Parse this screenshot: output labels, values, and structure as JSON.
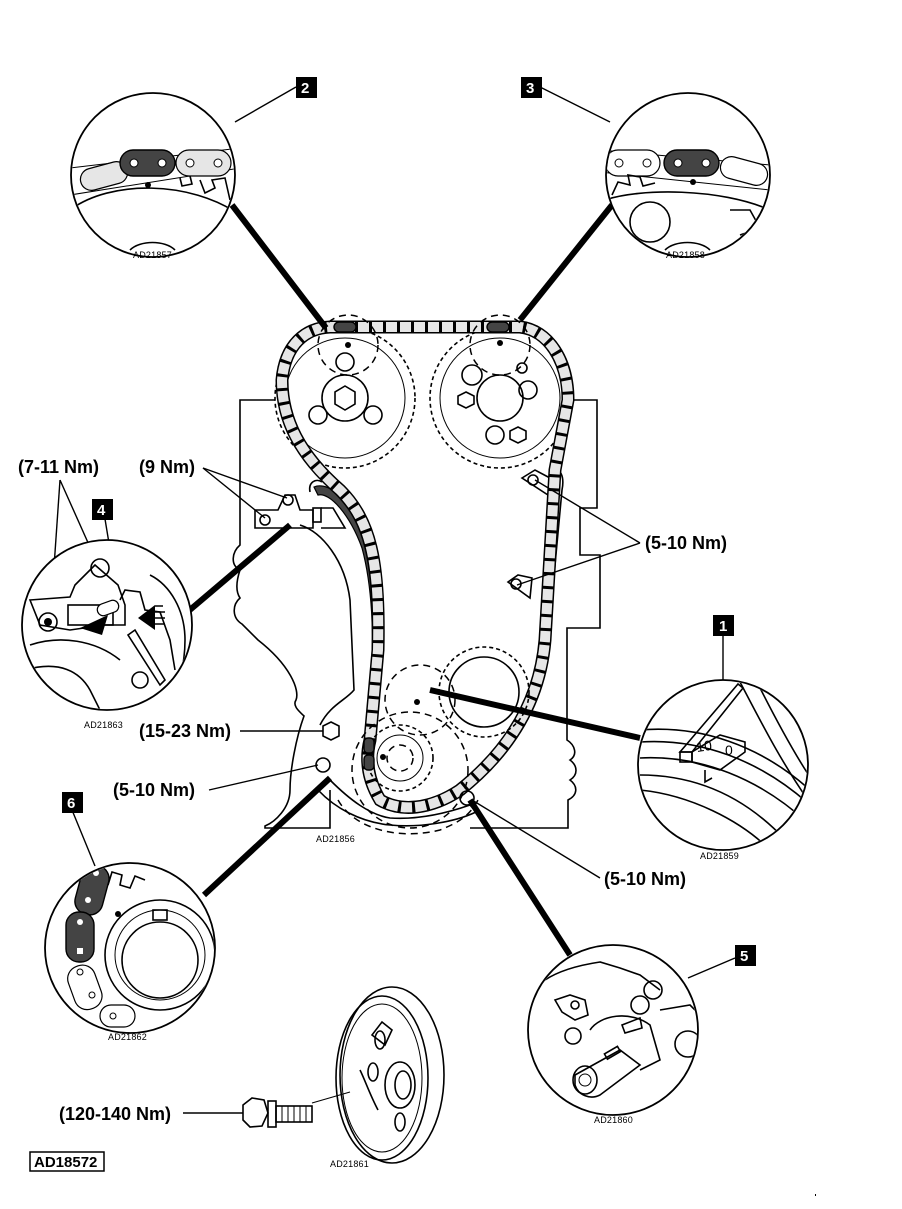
{
  "diagram": {
    "title": "Timing chain and sprockets – assembly with torque values",
    "main_reference": "AD18572",
    "main_view_reference": "AD21856",
    "colors": {
      "ink": "#000000",
      "chain_link_fill": "#e6e6e6",
      "highlight_link": "#444444",
      "background": "#ffffff"
    }
  },
  "callouts": [
    {
      "number": "1",
      "ref": "AD21859",
      "description": "Crankshaft pulley timing mark aligned with 0 on scale",
      "scale_labels": [
        "10",
        "0"
      ]
    },
    {
      "number": "2",
      "ref": "AD21857",
      "description": "Coloured chain link aligned with exhaust camshaft sprocket mark"
    },
    {
      "number": "3",
      "ref": "AD21858",
      "description": "Coloured chain link aligned with intake camshaft sprocket mark"
    },
    {
      "number": "4",
      "ref": "AD21863",
      "description": "Chain tensioner plunger and locking"
    },
    {
      "number": "5",
      "ref": "AD21860",
      "description": "Crankshaft nose with oil pump drive"
    },
    {
      "number": "6",
      "ref": "AD21862",
      "description": "Coloured chain links aligned with crankshaft sprocket mark"
    }
  ],
  "torques": {
    "tensioner_detail": "(7-11 Nm)",
    "tensioner_bolts": "(9 Nm)",
    "guide_rail_right": "(5-10 Nm)",
    "guide_lower_left": "(15-23 Nm)",
    "guide_left_lower": "(5-10 Nm)",
    "guide_bottom_right": "(5-10 Nm)",
    "crank_pulley_bolt": "(120-140 Nm)"
  },
  "pulley": {
    "ref": "AD21861"
  }
}
